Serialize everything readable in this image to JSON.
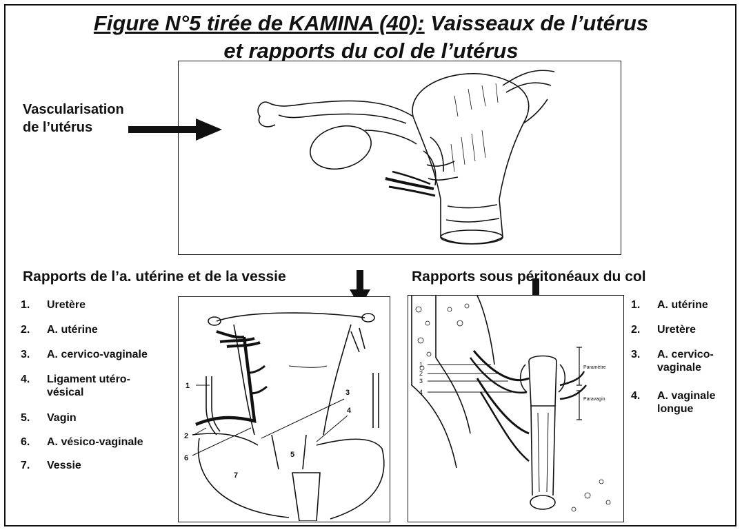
{
  "title": {
    "prefix": "Figure N°5 tirée de KAMINA (40):",
    "rest": " Vaisseaux de l’utérus",
    "line2": "et rapports du col de l’utérus"
  },
  "top_section": {
    "label_line1": "Vascularisation",
    "label_line2": "de l’utérus"
  },
  "left_section": {
    "heading": "Rapports de l’a. utérine et de la vessie",
    "items": [
      {
        "num": "1.",
        "text": "Uretère"
      },
      {
        "num": "2.",
        "text": "A. utérine"
      },
      {
        "num": "3.",
        "text": "A. cervico-vaginale"
      },
      {
        "num": "4.",
        "text": "Ligament utéro-vésical"
      },
      {
        "num": "5.",
        "text": "Vagin"
      },
      {
        "num": "6.",
        "text": "A. vésico-vaginale"
      },
      {
        "num": "7.",
        "text": "Vessie"
      }
    ],
    "figure_labels": [
      "1",
      "2",
      "3",
      "4",
      "5",
      "6",
      "7"
    ]
  },
  "right_section": {
    "heading": "Rapports sous péritonéaux du col",
    "items": [
      {
        "num": "1.",
        "text": "A. utérine"
      },
      {
        "num": "2.",
        "text": "Uretère"
      },
      {
        "num": "3.",
        "text": "A. cervico-vaginale"
      },
      {
        "num": "4.",
        "text": "A. vaginale longue"
      }
    ],
    "figure_labels": [
      "1",
      "2",
      "3",
      "4"
    ],
    "side_labels": [
      "Paramètre",
      "Paravagin"
    ]
  }
}
